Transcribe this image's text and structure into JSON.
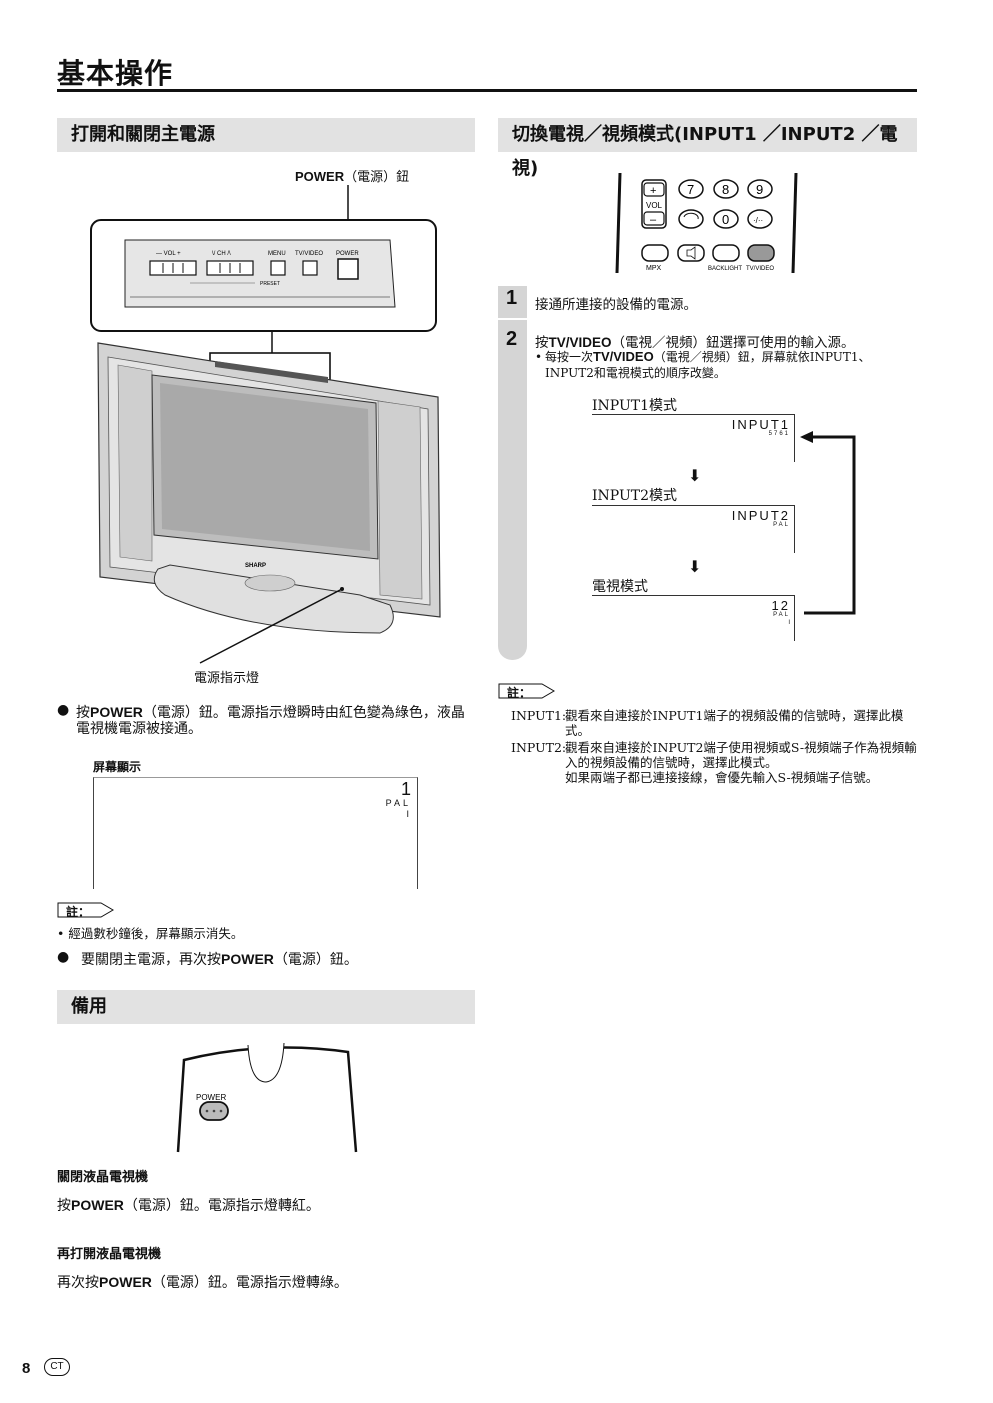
{
  "page": {
    "title": "基本操作",
    "page_number": "8",
    "region_code": "CT"
  },
  "power_section": {
    "heading": "打開和關閉主電源",
    "power_button_callout_bold": "POWER",
    "power_button_callout_rest": "（電源）鈕",
    "panel_labels": {
      "vol": "— VOL +",
      "ch": "\\/ CH /\\",
      "menu": "MENU",
      "tvvideo": "TV/VIDEO",
      "power": "POWER",
      "preset": "PRESET"
    },
    "tv_brand": "SHARP",
    "indicator_callout": "電源指示燈",
    "bullet1_prefix": "按",
    "bullet1_bold": "POWER",
    "bullet1_rest": "（電源）鈕。電源指示燈瞬時由紅色變為綠色，液晶電視機電源被接通。",
    "screen_display_label": "屏幕顯示",
    "screen_osd": {
      "channel": "1",
      "system": "PAL",
      "sub": "I"
    },
    "note_tag": "註：",
    "note1": "經過數秒鐘後，屏幕顯示消失。",
    "bullet2_prefix": "要關閉主電源，再次按",
    "bullet2_bold": "POWER",
    "bullet2_rest": "（電源）鈕。"
  },
  "standby_section": {
    "heading": "備用",
    "remote_power_label": "POWER",
    "off_heading": "關閉液晶電視機",
    "off_prefix": "按",
    "off_bold": "POWER",
    "off_rest": "（電源）鈕。電源指示燈轉紅。",
    "on_heading": "再打開液晶電視機",
    "on_prefix": "再次按",
    "on_bold": "POWER",
    "on_rest": "（電源）鈕。電源指示燈轉綠。"
  },
  "switch_section": {
    "heading": "切換電視／視頻模式(INPUT1 ／INPUT2 ／電視)",
    "remote_labels": {
      "plus": "+",
      "minus": "–",
      "vol": "VOL",
      "k7": "7",
      "k8": "8",
      "k9": "9",
      "k0": "0",
      "mpx": "MPX",
      "backlight": "BACKLIGHT",
      "tvvideo": "TV/VIDEO"
    },
    "step1_num": "1",
    "step1_text": "接通所連接的設備的電源。",
    "step2_num": "2",
    "step2_prefix": "按",
    "step2_bold": "TV/VIDEO",
    "step2_rest": "（電視／視頻）鈕選擇可使用的輸入源。",
    "step2_sub_prefix": "每按一次",
    "step2_sub_bold": "TV/VIDEO",
    "step2_sub_rest": "（電視／視頻）鈕，屏幕就依INPUT1、INPUT2和電視模式的順序改變。",
    "modes": [
      {
        "label": "INPUT1模式",
        "osd_main": "INPUT1",
        "osd_sub": "5761",
        "osd_sub2": ""
      },
      {
        "label": "INPUT2模式",
        "osd_main": "INPUT2",
        "osd_sub": "PAL",
        "osd_sub2": ""
      },
      {
        "label": "電視模式",
        "osd_main": "12",
        "osd_sub": "PAL",
        "osd_sub2": "I"
      }
    ],
    "note_tag": "註：",
    "note_input1_label": "INPUT1:",
    "note_input1_text": "觀看來自連接於INPUT1端子的視頻設備的信號時，選擇此模式。",
    "note_input2_label": "INPUT2:",
    "note_input2_text": "觀看來自連接於INPUT2端子使用視頻或S-視頻端子作為視頻輸入的視頻設備的信號時，選擇此模式。",
    "note_input2_text2": "如果兩端子都已連接接線，會優先輸入S-視頻端子信號。"
  }
}
